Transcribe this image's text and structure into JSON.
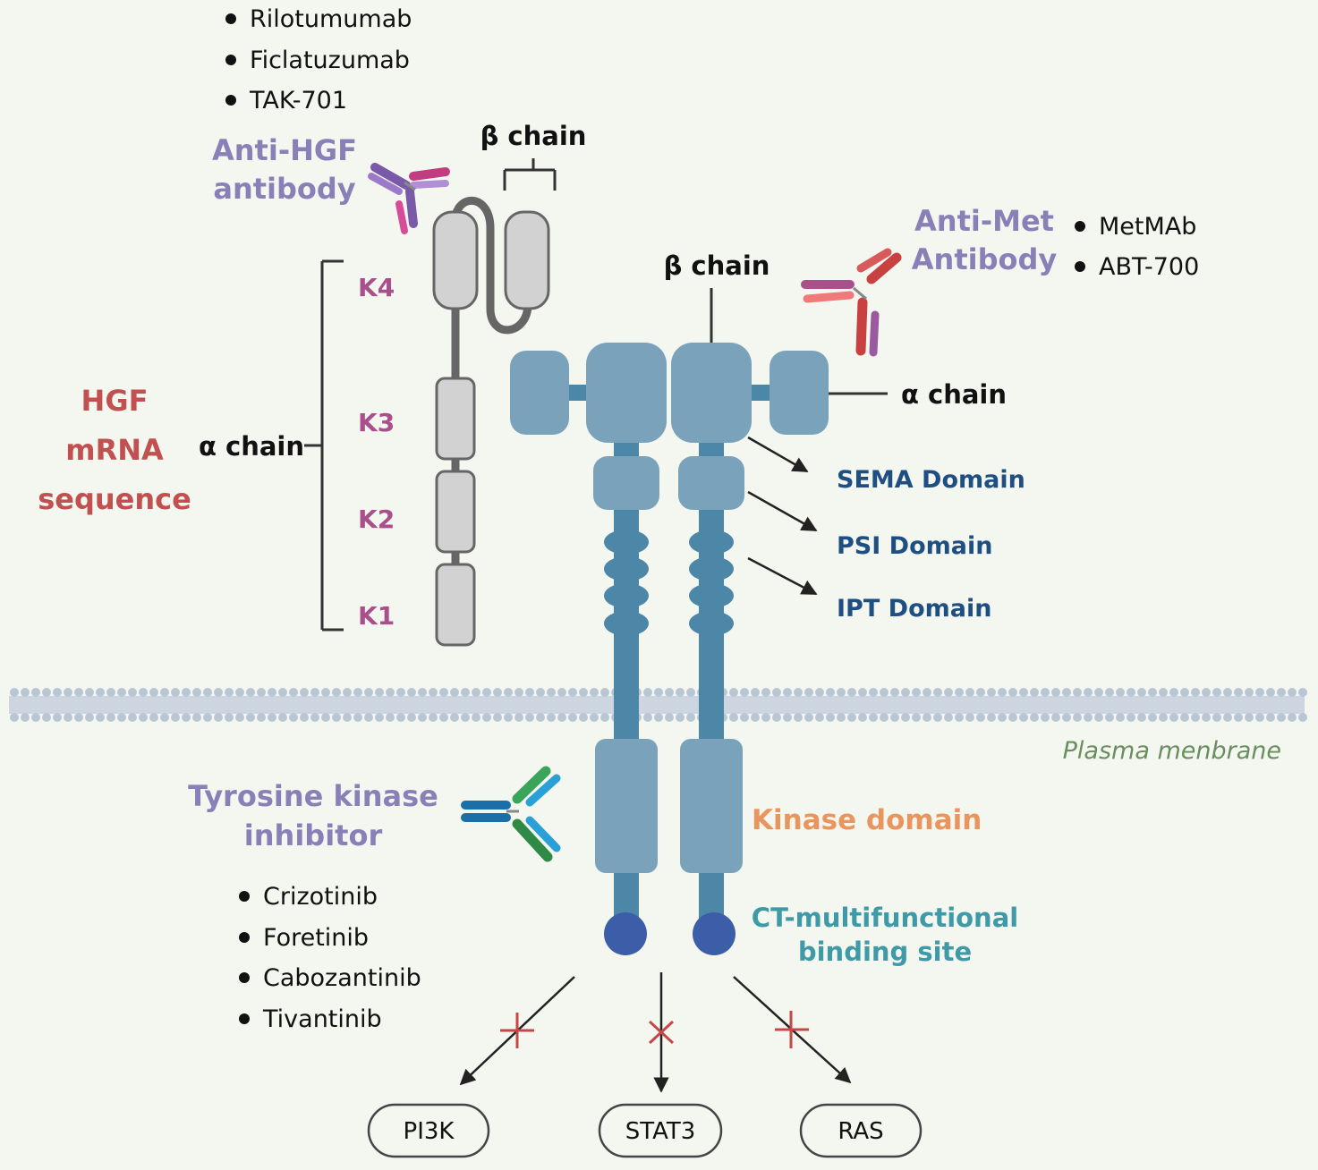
{
  "anti_hgf": {
    "title_line1": "Anti-HGF",
    "title_line2": "antibody",
    "drugs": [
      "Rilotumumab",
      "Ficlatuzumab",
      "TAK-701"
    ]
  },
  "anti_met": {
    "title_line1": "Anti-Met",
    "title_line2": "Antibody",
    "drugs": [
      "MetMAb",
      "ABT-700"
    ]
  },
  "tki": {
    "title_line1": "Tyrosine kinase",
    "title_line2": "inhibitor",
    "drugs": [
      "Crizotinib",
      "Foretinib",
      "Cabozantinib",
      "Tivantinib"
    ]
  },
  "hgf": {
    "label_line1": "HGF",
    "label_line2": "mRNA",
    "label_line3": "sequence",
    "alpha_chain": "α chain",
    "beta_chain": "β chain",
    "kringles": [
      "K4",
      "K3",
      "K2",
      "K1"
    ]
  },
  "met": {
    "beta_chain": "β chain",
    "alpha_chain": "α chain",
    "domains": [
      "SEMA Domain",
      "PSI Domain",
      "IPT Domain"
    ],
    "kinase_domain": "Kinase domain",
    "ct_line1": "CT-multifunctional",
    "ct_line2": "binding site"
  },
  "membrane": {
    "label": "Plasma menbrane"
  },
  "pathways": [
    "PI3K",
    "STAT3",
    "RAS"
  ],
  "colors": {
    "purple": "#8a80b8",
    "red_label": "#c25050",
    "kringle": "#a84f8c",
    "met_light": "#7aa3bb",
    "met_dark": "#4d87a8",
    "blue_text": "#1f4f82",
    "orange": "#e8965e",
    "teal": "#3e9aa6",
    "green_italic": "#6a8f5e"
  }
}
